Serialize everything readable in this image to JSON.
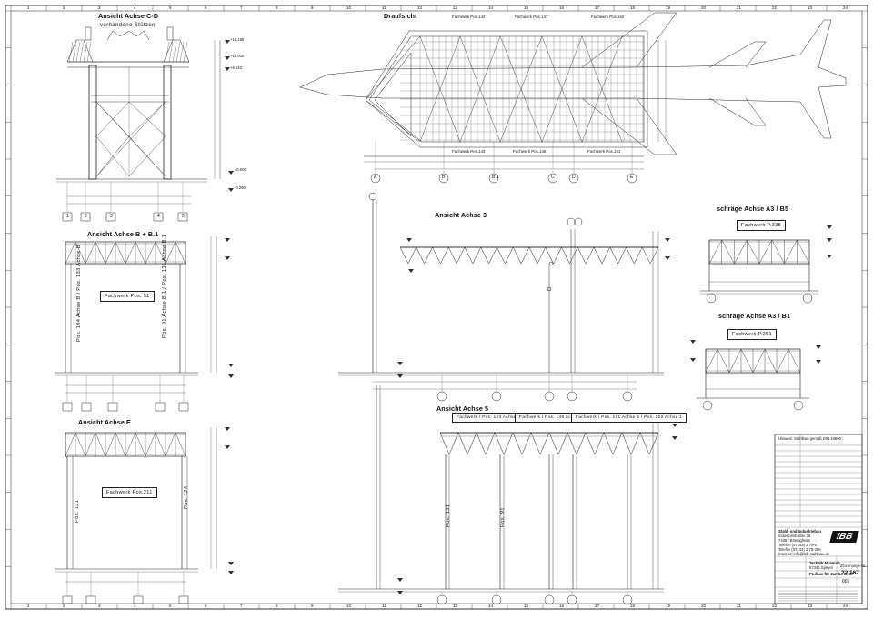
{
  "drawing": {
    "views": {
      "cd": {
        "title": "Ansicht Achse C-D",
        "subtitle": "vorhandene Stützen"
      },
      "top": {
        "title": "Draufsicht"
      },
      "a3": {
        "title": "Ansicht Achse 3"
      },
      "bb1": {
        "title": "Ansicht Achse B + B.1",
        "label": "Fachwerk Pos. 51",
        "vlabel_left": "Pos. 104 Achse B / Pos. 133 Achse B",
        "vlabel_right": "Pos. 91 Achse B.1 / Pos. 131 Achse B.1"
      },
      "e": {
        "title": "Ansicht Achse E",
        "label": "Fachwerk Pos.211",
        "vlabel_left": "Pos. 121",
        "vlabel_right": "Pos. 124"
      },
      "a5": {
        "title": "Ansicht Achse 5",
        "label1": "Fachwerk / Pos. 143 Achse 5 / Pos. 144 Achse 1",
        "label2": "Fachwerk / Pos. 146 Achse 5 / Pos. 147 Achse 1",
        "label3": "Fachwerk / Pos. 161 Achse 5 / Pos. 162 Achse 1",
        "vlabel1": "Pos. 131",
        "vlabel2": "Pos. 91"
      },
      "sa3b5": {
        "title": "schräge Achse A3 / B5",
        "label": "Fachwerk P.238"
      },
      "sa3b1": {
        "title": "schräge Achse A3 / B1",
        "label": "Fachwerk P.251"
      }
    },
    "top_labels": [
      "Fachwerk Pos.144",
      "Fachwerk Pos.147",
      "Fachwerk Pos.162",
      "Fachwerk Pos.143",
      "Fachwerk Pos.146",
      "Fachwerk Pos.161"
    ],
    "axes_top": [
      "A",
      "B",
      "B.1",
      "C",
      "D",
      "E"
    ],
    "axes_side": [
      "1",
      "2",
      "3",
      "4",
      "5"
    ],
    "levels": [
      "+16.190",
      "+10.000",
      "+6.640",
      "±0.000",
      "-0.260"
    ],
    "grid_numbers": [
      "1",
      "2",
      "3",
      "4",
      "5",
      "6",
      "7",
      "8",
      "9",
      "10",
      "11",
      "12",
      "13",
      "14",
      "15",
      "16",
      "17",
      "18",
      "19",
      "20",
      "21",
      "22",
      "23",
      "24"
    ]
  },
  "title_block": {
    "notes": "Hinweis: Stahlbau gemäß DIN 18800",
    "company": [
      "Stahl- und Industriebau",
      "Industriestrasse 16",
      "74357 Bönnigheim",
      "Telefon (07143) 2 79-0",
      "Telefax (07143) 2 79-296",
      "Internet: info@ibb-stahlbau.de"
    ],
    "logo": "IBB",
    "project": [
      "Technik Museum",
      "67346 Speyer"
    ],
    "content": [
      "Podium für Jumbo B747"
    ],
    "drawing_no_label": "Zeichnungs-Nr.",
    "drawing_no": "22.167",
    "index": "001"
  }
}
